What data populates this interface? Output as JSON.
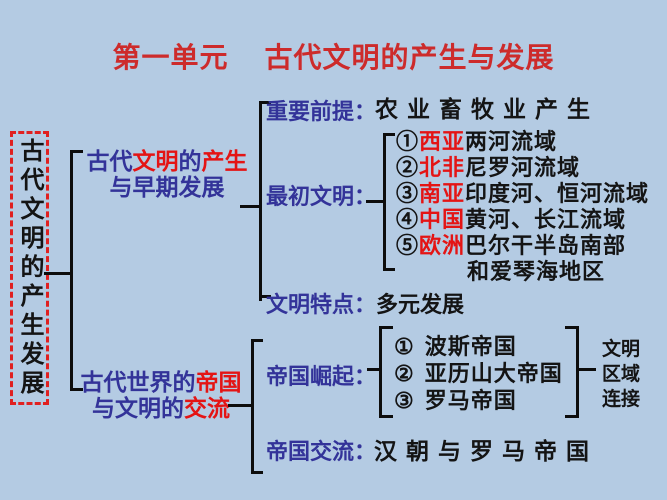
{
  "colors": {
    "background": "#b4cbe3",
    "title_red": "#cd2b2b",
    "keyword_red": "#e41414",
    "label_blue": "#333399",
    "text_black": "#141414",
    "dashed_box_red": "#e02020",
    "line_black": "#0d0d0d"
  },
  "title": {
    "part1": "第一单元",
    "part2": "古代文明的产生与发展"
  },
  "root_box": {
    "vertical_text": "古代文明的产生发展"
  },
  "branch1": {
    "title_seg1": "古代",
    "title_seg2": "文明",
    "title_seg3": "的",
    "title_seg4": "产生",
    "title_line2": "与早期发展",
    "premise_label": "重要前提：",
    "premise_value": "农业畜牧业产生",
    "civilizations_label": "最初文明：",
    "civilizations": [
      {
        "num": "①",
        "region": "西亚",
        "detail": "两河流域"
      },
      {
        "num": "②",
        "region": "北非",
        "detail": "尼罗河流域"
      },
      {
        "num": "③",
        "region": "南亚",
        "detail": "印度河、恒河流域"
      },
      {
        "num": "④",
        "region": "中国",
        "detail": "黄河、长江流域"
      },
      {
        "num": "⑤",
        "region": "欧洲",
        "detail": "巴尔干半岛南部"
      }
    ],
    "civilizations_cont": "和爱琴海地区",
    "feature_label": "文明特点：",
    "feature_value": "多元发展"
  },
  "branch2": {
    "title_seg1": "古代世界的",
    "title_seg2": "帝国",
    "title_line2_seg1": "与文明的",
    "title_line2_seg2": "交流",
    "rise_label": "帝国崛起：",
    "empires": [
      {
        "num": "①",
        "name": "波斯帝国"
      },
      {
        "num": "②",
        "name": "亚历山大帝国"
      },
      {
        "num": "③",
        "name": "罗马帝国"
      }
    ],
    "note_line1": "文明",
    "note_line2": "区域",
    "note_line3": "连接",
    "exchange_label": "帝国交流：",
    "exchange_value": "汉朝与罗马帝国"
  }
}
